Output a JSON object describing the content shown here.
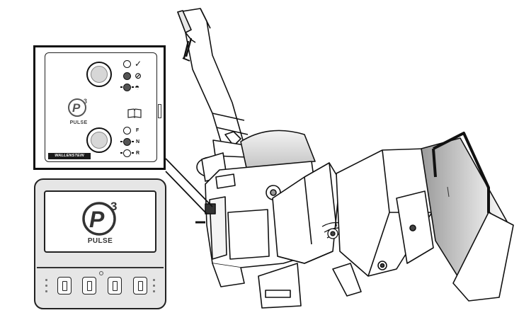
{
  "panel": {
    "brand": "WALLENSTEIN",
    "logo_letter": "P",
    "logo_superscript": "3",
    "logo_word": "PULSE",
    "mode_labels": [
      "F",
      "N",
      "R"
    ],
    "status_icons": [
      "check-icon",
      "prohibited-icon",
      "feed-roller-icon",
      "manual-book-icon"
    ]
  },
  "display": {
    "logo_letter": "P",
    "logo_superscript": "3",
    "logo_word": "PULSE",
    "soft_key_count": 4
  },
  "colors": {
    "outline": "#111111",
    "panel_bg": "#ffffff",
    "display_body": "#e6e6e6",
    "machine_shade": "#cfcfcf",
    "machine_dark": "#555555"
  }
}
